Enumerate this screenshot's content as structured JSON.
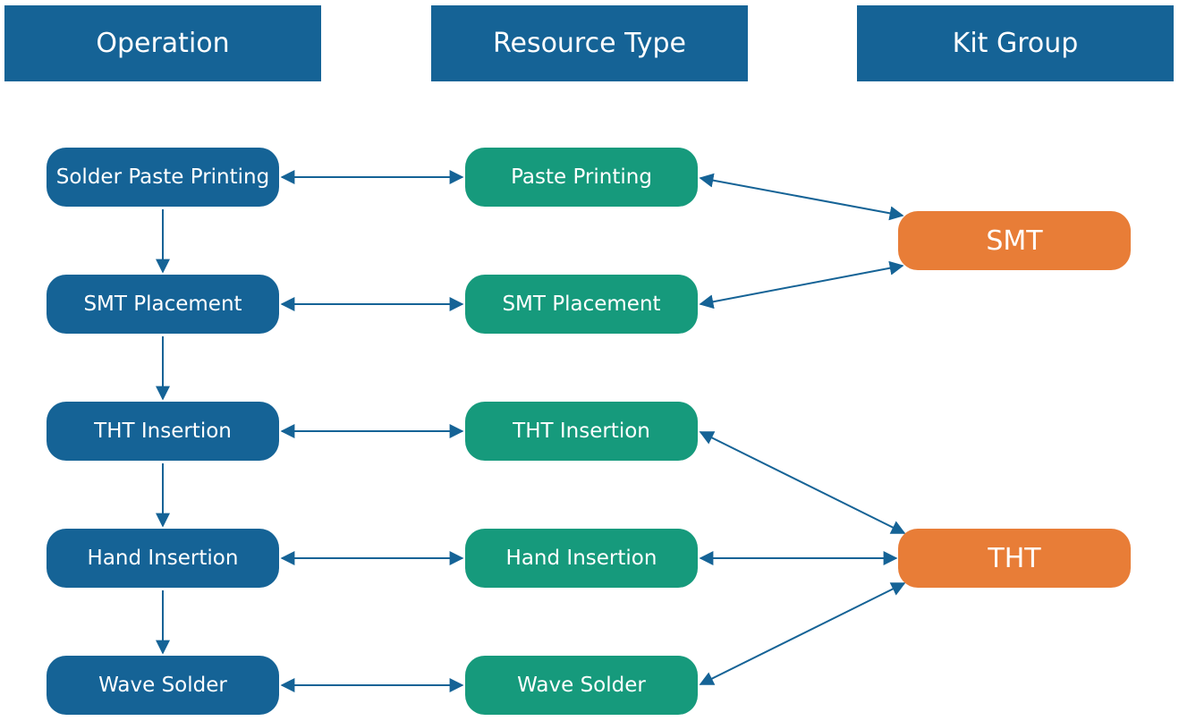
{
  "headers": {
    "operation": "Operation",
    "resource_type": "Resource Type",
    "kit_group": "Kit Group"
  },
  "operations": [
    "Solder Paste Printing",
    "SMT Placement",
    "THT Insertion",
    "Hand Insertion",
    "Wave Solder"
  ],
  "resource_types": [
    "Paste Printing",
    "SMT Placement",
    "THT Insertion",
    "Hand Insertion",
    "Wave Solder"
  ],
  "kit_groups": [
    "SMT",
    "THT"
  ],
  "colors": {
    "operation": "#156396",
    "resource_type": "#169a7c",
    "kit_group": "#e87d37",
    "connector": "#156396"
  }
}
